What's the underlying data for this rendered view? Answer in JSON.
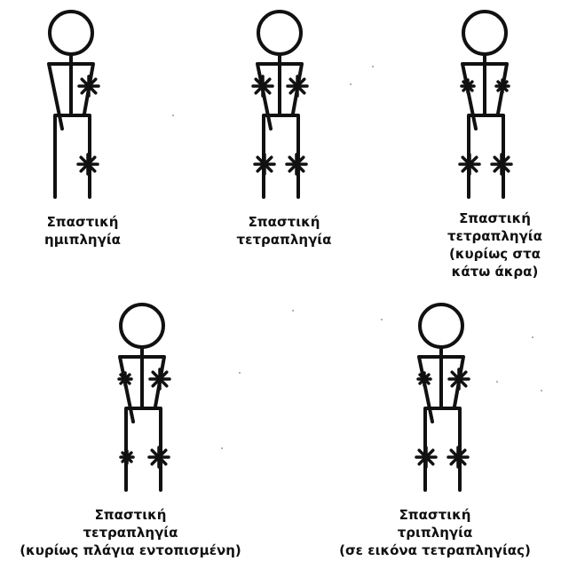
{
  "colors": {
    "ink": "#111111",
    "background": "#ffffff"
  },
  "figures": [
    {
      "caption": [
        "Σπαστική",
        "ημιπληγία"
      ],
      "affected": [
        "right-arm",
        "right-leg"
      ]
    },
    {
      "caption": [
        "Σπαστική",
        "τετραπληγία"
      ],
      "affected": [
        "left-arm",
        "right-arm",
        "left-leg",
        "right-leg"
      ]
    },
    {
      "caption": [
        "Σπαστική",
        "τετραπληγία",
        "(κυρίως στα",
        "κάτω άκρα)"
      ],
      "affected": [
        "left-arm-minor",
        "right-arm-minor",
        "left-leg",
        "right-leg"
      ]
    },
    {
      "caption": [
        "Σπαστική",
        "τετραπληγία",
        "(κυρίως πλάγια εντοπισμένη)"
      ],
      "affected": [
        "left-arm-minor",
        "right-arm",
        "left-leg-minor",
        "right-leg"
      ]
    },
    {
      "caption": [
        "Σπαστική",
        "τριπληγία",
        "(σε εικόνα τετραπληγίας)"
      ],
      "affected": [
        "left-arm-minor",
        "right-arm",
        "left-leg",
        "right-leg"
      ]
    }
  ]
}
